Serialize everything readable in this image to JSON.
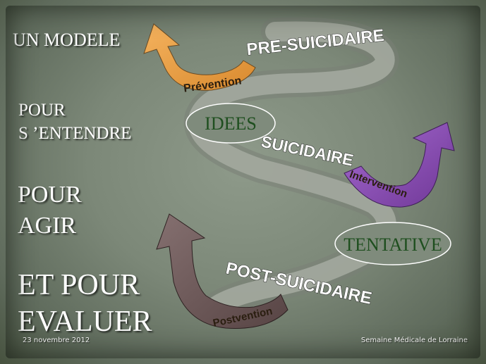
{
  "left_text": {
    "modele": "UN MODELE",
    "pour1": "POUR",
    "sentendre": "S ’ENTENDRE",
    "pour2": "POUR",
    "agir": "AGIR",
    "etpour": "ET POUR",
    "evaluer": "EVALUER"
  },
  "diagram": {
    "phases": [
      "PRE-SUICIDAIRE",
      "SUICIDAIRE",
      "POST-SUICIDAIRE"
    ],
    "ovals": [
      "IDEES",
      "TENTATIVE"
    ],
    "arrows": [
      "Prévention",
      "Intervention",
      "Postvention"
    ]
  },
  "footer": {
    "date": "23 novembre 2012",
    "event": "Semaine Médicale de Lorraine"
  },
  "colors": {
    "s_band": "#a3a89f",
    "prevention_arrow": "#e8a24e",
    "intervention_arrow": "#8a4fb4",
    "postvention_arrow": "#6b5555",
    "oval_fill": "#7f8b7c",
    "oval_text": "#1f4f1f"
  }
}
